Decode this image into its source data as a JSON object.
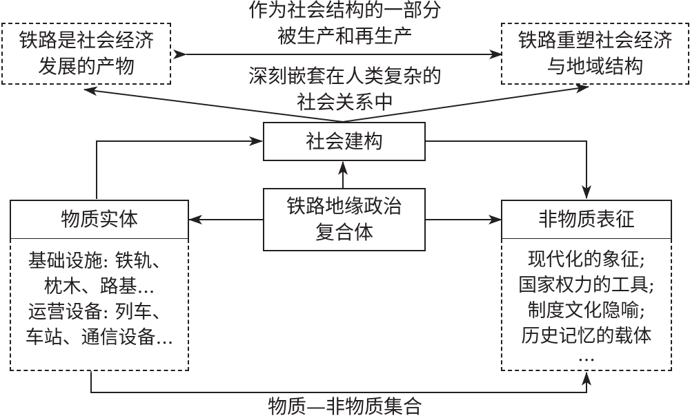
{
  "diagram": {
    "center": {
      "lines": [
        "铁路地缘政治",
        "复合体"
      ]
    },
    "social_construction": {
      "label": "社会建构"
    },
    "material_entity": {
      "label": "物质实体",
      "details": [
        "基础设施: 铁轨、",
        "枕木、路基...",
        "运营设备: 列车、",
        "车站、通信设备..."
      ]
    },
    "immaterial_representation": {
      "label": "非物质表征",
      "details": [
        "现代化的象征;",
        "国家权力的工具;",
        "制度文化隐喻;",
        "历史记忆的载体",
        "..."
      ]
    },
    "top_left": {
      "lines": [
        "铁路是社会经济",
        "发展的产物"
      ]
    },
    "top_right": {
      "lines": [
        "铁路重塑社会经济",
        "与地域结构"
      ]
    },
    "top_annotation_upper": {
      "lines": [
        "作为社会结构的一部分",
        "被生产和再生产"
      ]
    },
    "top_annotation_lower": {
      "lines": [
        "深刻嵌套在人类复杂的",
        "社会关系中"
      ]
    },
    "bottom_annotation": {
      "label": "物质—非物质集合"
    },
    "colors": {
      "ink": "#231f20",
      "background": "#ffffff"
    }
  }
}
